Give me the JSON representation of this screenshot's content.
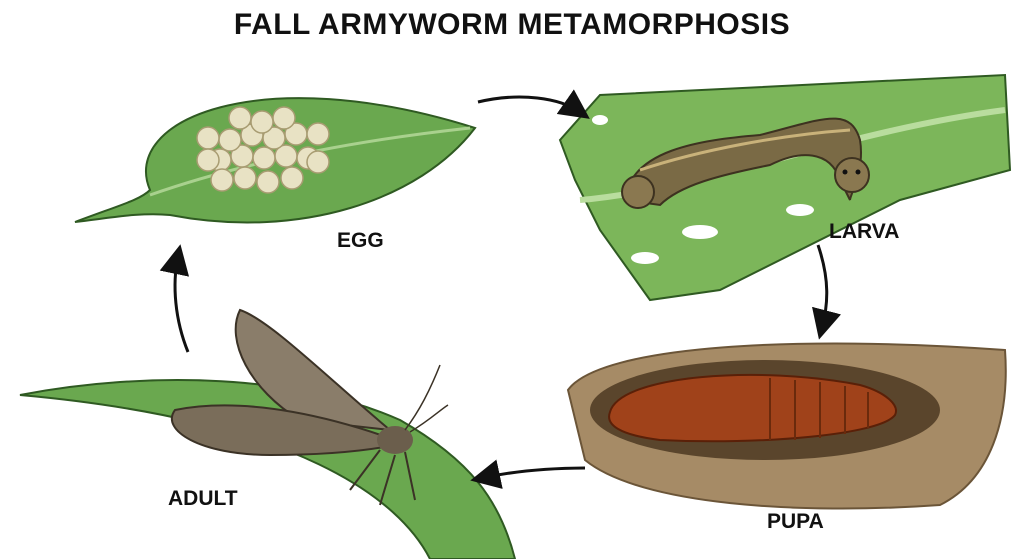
{
  "title": "FALL ARMYWORM METAMORPHOSIS",
  "stages": {
    "egg": "EGG",
    "larva": "LARVA",
    "pupa": "PUPA",
    "adult": "ADULT"
  },
  "colors": {
    "leaf": "#6aa84f",
    "leaf_dark": "#3f7a2e",
    "egg": "#e8e2c4",
    "larva": "#7a6a45",
    "pupa": "#a0421a",
    "soil": "#a68b66",
    "moth": "#8a7d6a"
  }
}
